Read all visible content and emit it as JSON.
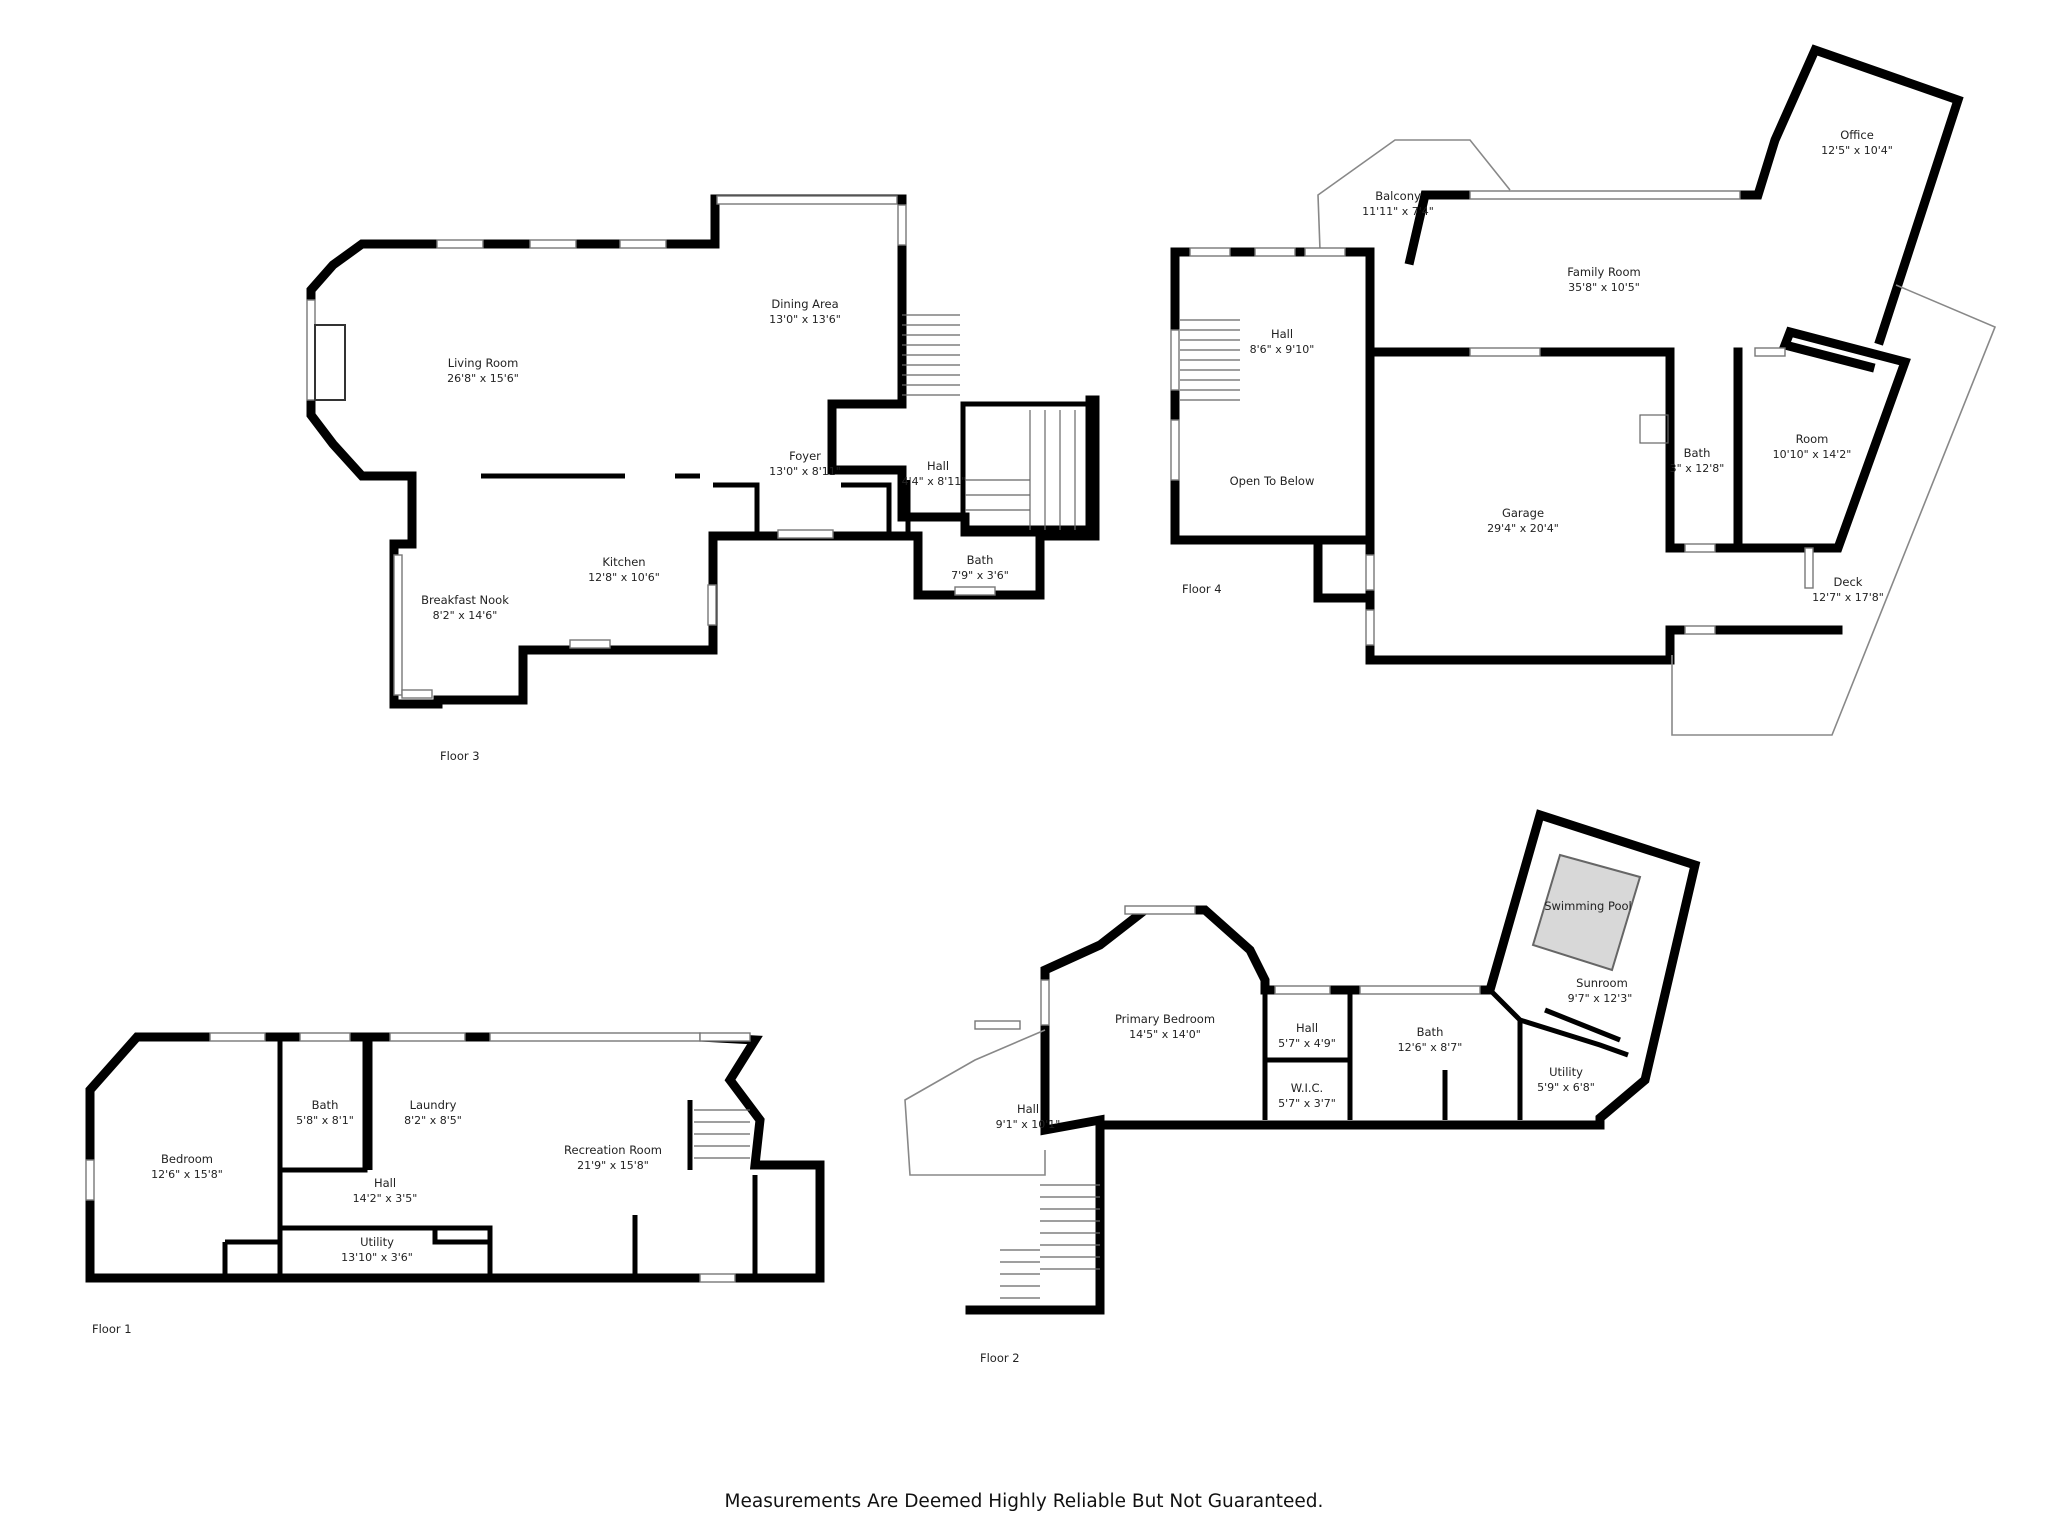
{
  "disclaimer": "Measurements Are Deemed Highly Reliable But Not Guaranteed.",
  "floors": {
    "floor_3": {
      "label": "Floor 3",
      "rooms": {
        "living_room": {
          "name": "Living Room",
          "dims": "26'8\" x 15'6\""
        },
        "dining_area": {
          "name": "Dining Area",
          "dims": "13'0\" x 13'6\""
        },
        "foyer": {
          "name": "Foyer",
          "dims": "13'0\" x 8'11\""
        },
        "hall": {
          "name": "Hall",
          "dims": "4'4\" x 8'11\""
        },
        "bath": {
          "name": "Bath",
          "dims": "7'9\" x 3'6\""
        },
        "kitchen": {
          "name": "Kitchen",
          "dims": "12'8\" x 10'6\""
        },
        "breakfast_nook": {
          "name": "Breakfast Nook",
          "dims": "8'2\" x 14'6\""
        }
      }
    },
    "floor_4": {
      "label": "Floor 4",
      "rooms": {
        "balcony": {
          "name": "Balcony",
          "dims": "11'11\" x 7'4\""
        },
        "office": {
          "name": "Office",
          "dims": "12'5\" x 10'4\""
        },
        "family_room": {
          "name": "Family Room",
          "dims": "35'8\" x 10'5\""
        },
        "hall": {
          "name": "Hall",
          "dims": "8'6\" x 9'10\""
        },
        "open_to_below": {
          "name": "Open To Below",
          "dims": ""
        },
        "garage": {
          "name": "Garage",
          "dims": "29'4\" x 20'4\""
        },
        "bath": {
          "name": "Bath",
          "dims": "3\" x 12'8\""
        },
        "room": {
          "name": "Room",
          "dims": "10'10\" x 14'2\""
        },
        "deck": {
          "name": "Deck",
          "dims": "12'7\" x 17'8\""
        }
      }
    },
    "floor_1": {
      "label": "Floor 1",
      "rooms": {
        "bedroom": {
          "name": "Bedroom",
          "dims": "12'6\" x 15'8\""
        },
        "bath": {
          "name": "Bath",
          "dims": "5'8\" x 8'1\""
        },
        "laundry": {
          "name": "Laundry",
          "dims": "8'2\" x 8'5\""
        },
        "recreation_room": {
          "name": "Recreation Room",
          "dims": "21'9\" x 15'8\""
        },
        "hall": {
          "name": "Hall",
          "dims": "14'2\" x 3'5\""
        },
        "utility": {
          "name": "Utility",
          "dims": "13'10\" x 3'6\""
        }
      }
    },
    "floor_2": {
      "label": "Floor 2",
      "rooms": {
        "primary_bedroom": {
          "name": "Primary Bedroom",
          "dims": "14'5\" x 14'0\""
        },
        "hall_small": {
          "name": "Hall",
          "dims": "5'7\" x 4'9\""
        },
        "wic": {
          "name": "W.I.C.",
          "dims": "5'7\" x 3'7\""
        },
        "bath": {
          "name": "Bath",
          "dims": "12'6\" x 8'7\""
        },
        "swimming_pool": {
          "name": "Swimming Pool",
          "dims": ""
        },
        "sunroom": {
          "name": "Sunroom",
          "dims": "9'7\" x 12'3\""
        },
        "utility": {
          "name": "Utility",
          "dims": "5'9\" x 6'8\""
        },
        "hall": {
          "name": "Hall",
          "dims": "9'1\" x 10'1\""
        }
      }
    }
  }
}
